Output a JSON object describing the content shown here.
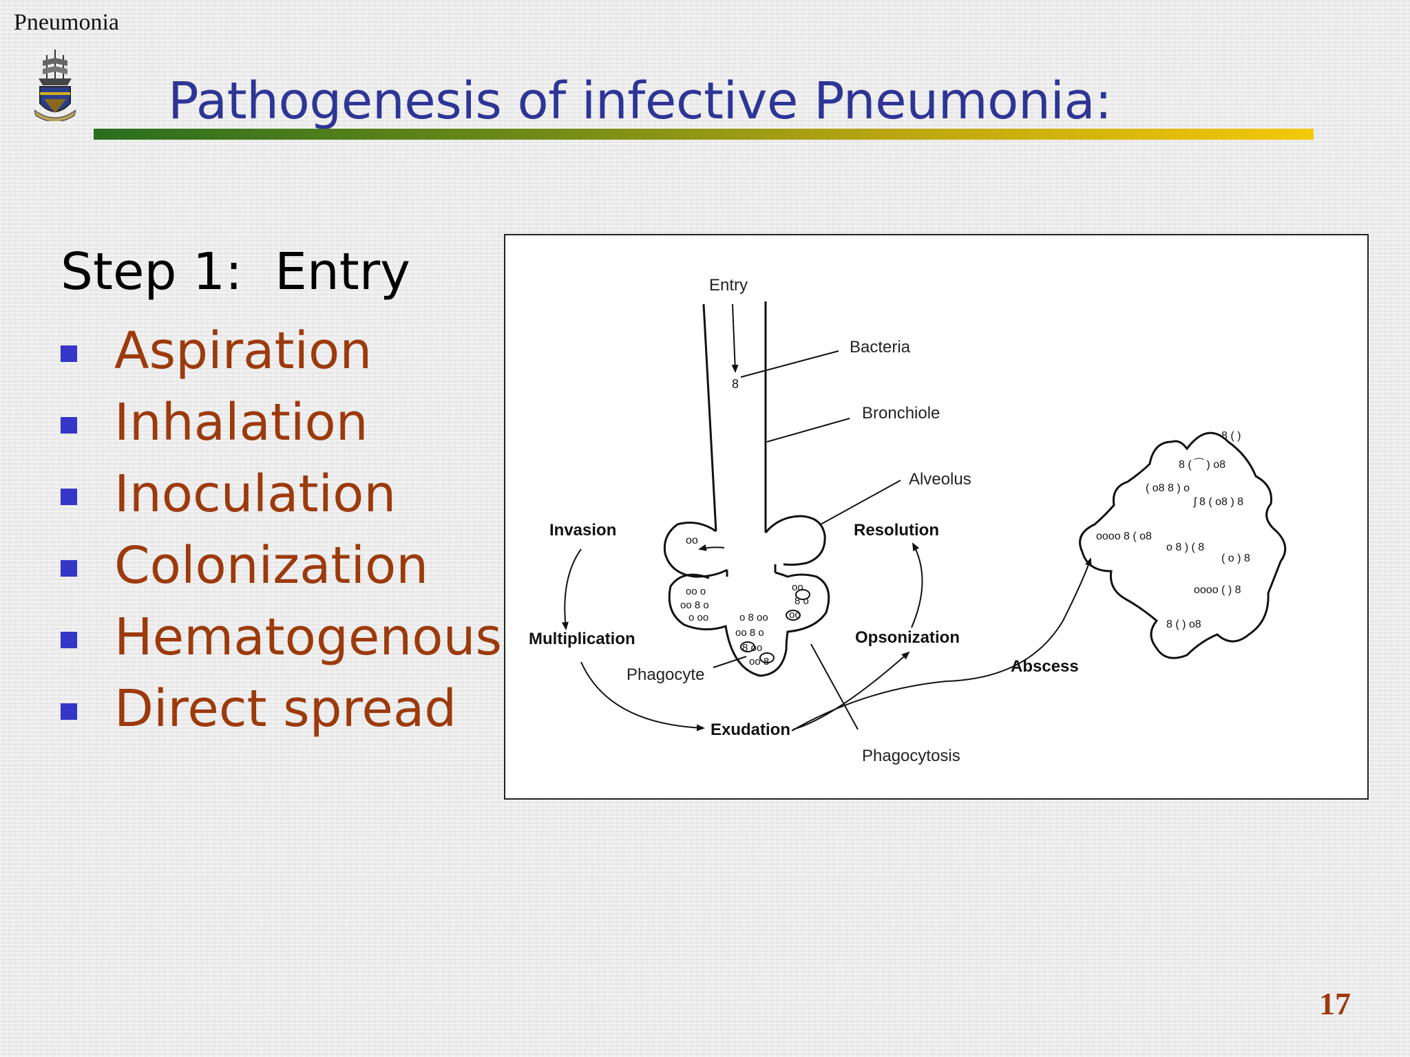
{
  "header": {
    "label": "Pneumonia",
    "logo": "crest-icon"
  },
  "slide": {
    "title": "Pathogenesis of infective Pneumonia:",
    "step_heading": "Step 1:  Entry",
    "bullets": [
      "Aspiration",
      "Inhalation",
      "Inoculation",
      "Colonization",
      "Hematogenous",
      "Direct spread"
    ],
    "page_number": "17"
  },
  "diagram": {
    "labels": {
      "entry": "Entry",
      "bacteria": "Bacteria",
      "bronchiole": "Bronchiole",
      "alveolus": "Alveolus",
      "invasion": "Invasion",
      "resolution": "Resolution",
      "multiplication": "Multiplication",
      "opsonization": "Opsonization",
      "phagocyte": "Phagocyte",
      "abscess": "Abscess",
      "exudation": "Exudation",
      "phagocytosis": "Phagocytosis"
    }
  },
  "colors": {
    "title": "#2e3596",
    "bullet_text": "#9c3a0c",
    "bullet_marker": "#3535c8",
    "rule_start": "#2a6e1e",
    "rule_end": "#f4c808"
  }
}
